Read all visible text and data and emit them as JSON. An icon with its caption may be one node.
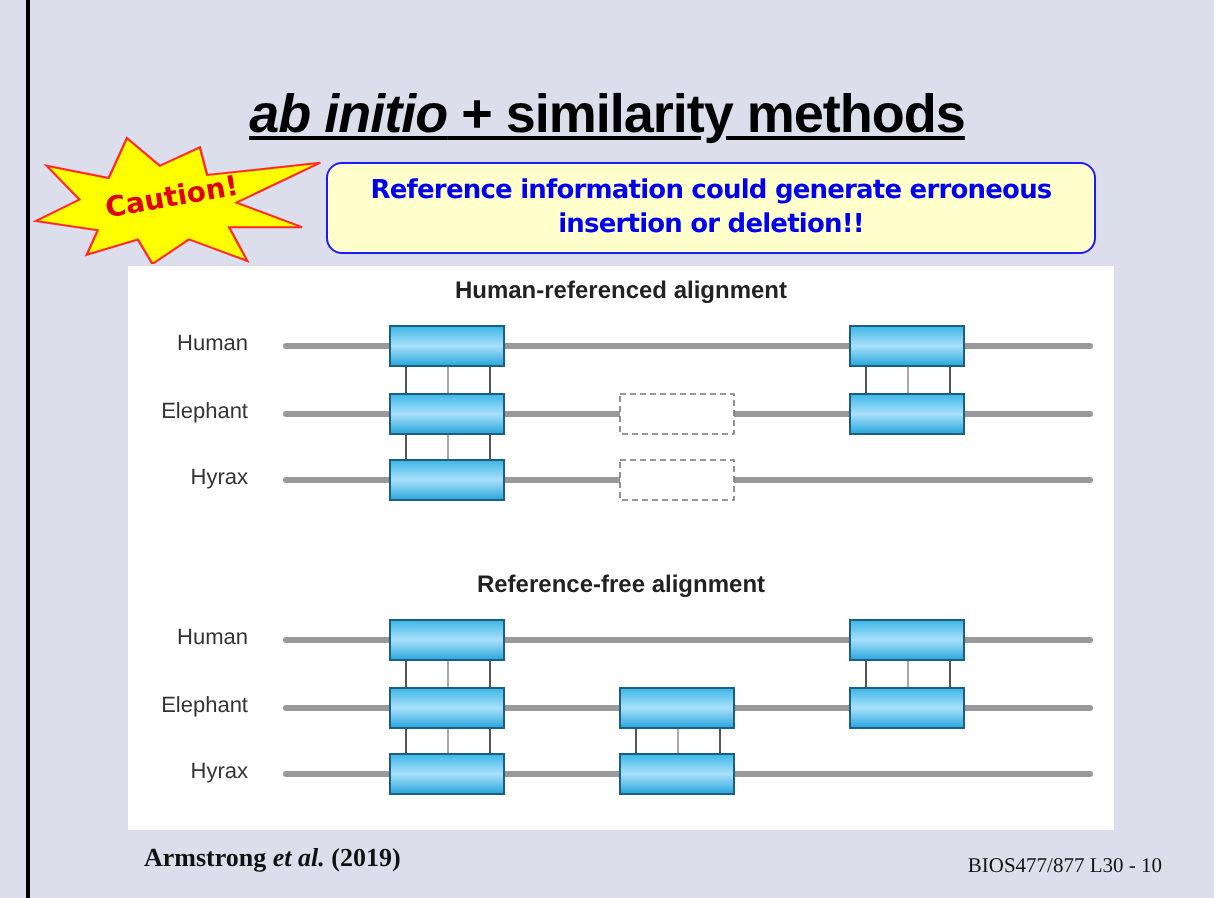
{
  "diagram": {
    "title": "*ab initio* + similarity methods",
    "nodes": [
      {
        "text": [
          "Caution!"
        ]
      },
      {
        "text": [
          "Reference information could generate erroneous insertion or deletion!!"
        ]
      }
    ],
    "edges": [],
    "labels": [
      "Human-referenced alignment",
      "Human",
      "Elephant",
      "Hyrax",
      "Reference-free alignment",
      "Human",
      "Elephant",
      "Hyrax",
      "Armstrong *et al.* (2019)",
      "BIOS477/877 L30 - 10"
    ]
  }
}
